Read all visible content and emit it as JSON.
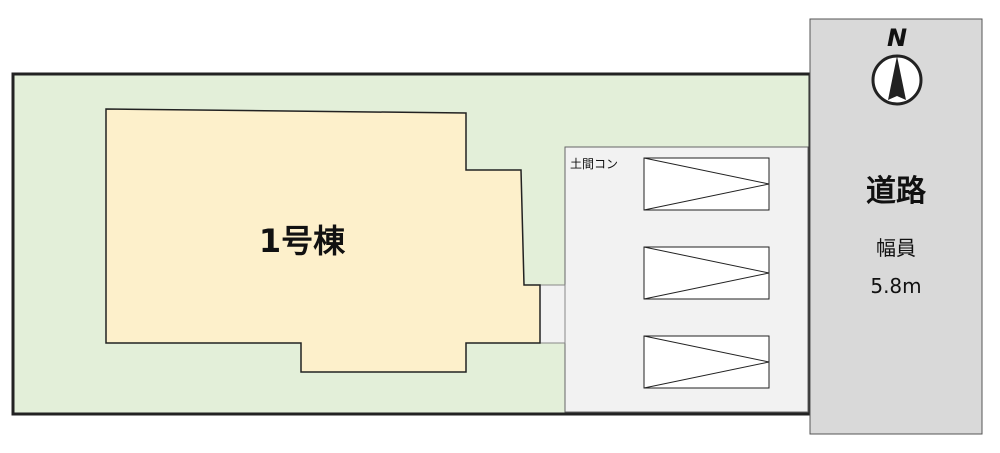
{
  "building": {
    "label": "1号棟"
  },
  "concrete_area": {
    "label": "土間コン"
  },
  "parking": {
    "count": 3
  },
  "road": {
    "label": "道路",
    "width_label": "幅員",
    "width_value": "5.8m"
  },
  "compass": {
    "label": "N"
  },
  "colors": {
    "garden": "#e3efd9",
    "building": "#fdf0cb",
    "concrete": "#f2f2f2",
    "road": "#d9d9d9",
    "line": "#222222"
  }
}
